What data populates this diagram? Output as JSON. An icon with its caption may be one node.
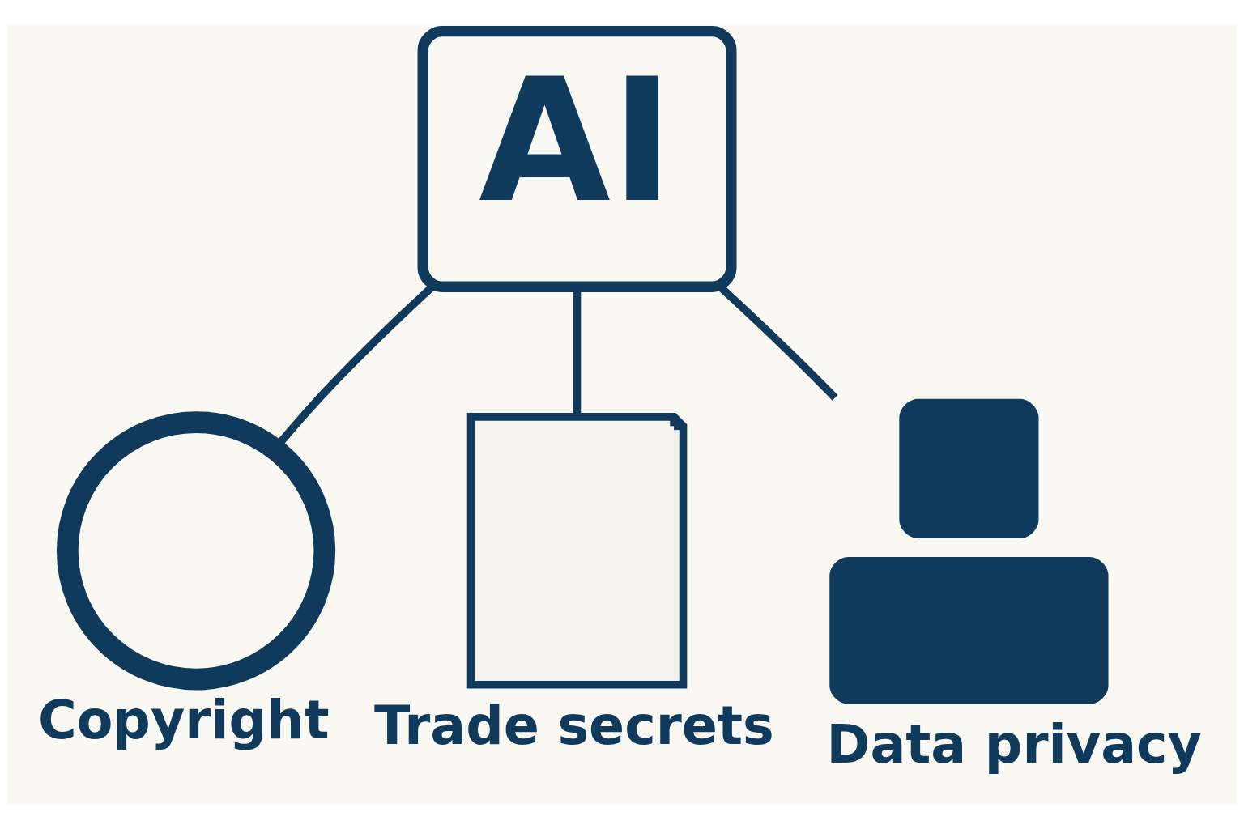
{
  "diagram": {
    "nodes": [
      {
        "text": [
          "AI"
        ]
      },
      {
        "text": [],
        "shape": "circle",
        "beside": [
          "Copyright"
        ]
      },
      {
        "text": [],
        "shape": "document",
        "beside": [
          "Trade secrets"
        ]
      },
      {
        "text": [],
        "shape": "person",
        "beside": [
          "Data privacy"
        ]
      }
    ],
    "edges": [
      {
        "from": 0,
        "to": 1,
        "arrow": "none"
      },
      {
        "from": 0,
        "to": 2,
        "arrow": "none"
      },
      {
        "from": 0,
        "to": 3,
        "arrow": "none"
      }
    ]
  }
}
